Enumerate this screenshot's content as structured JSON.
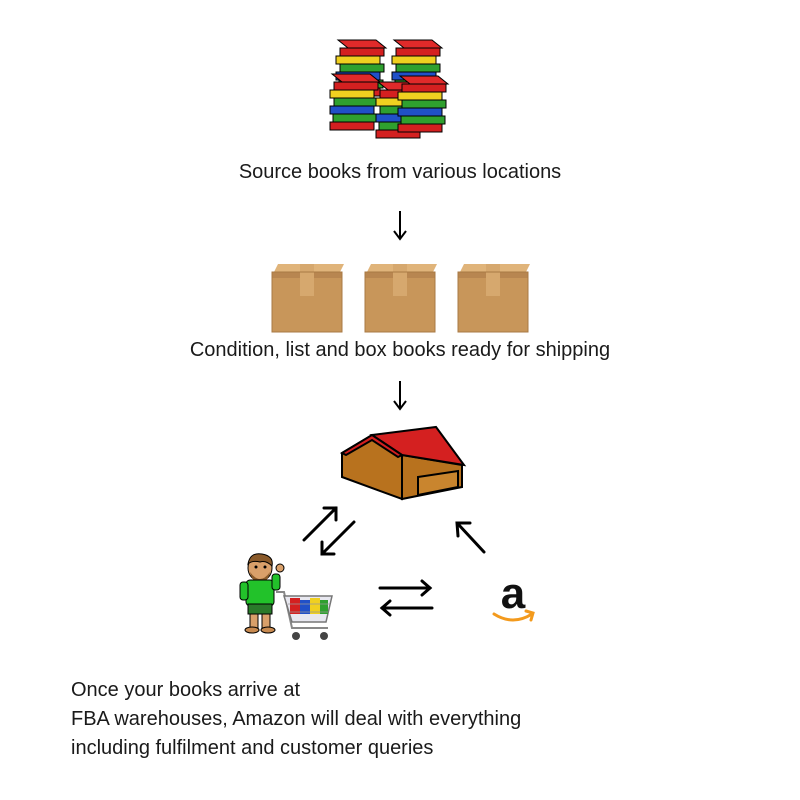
{
  "steps": [
    {
      "caption": "Source books from various locations",
      "icon": "books-stack-icon"
    },
    {
      "caption": "Condition, list and box books ready for shipping",
      "icon": "cardboard-box-icon"
    },
    {
      "caption": "",
      "icon": "warehouse-icon"
    }
  ],
  "participants": [
    {
      "icon": "customer-with-cart-icon"
    },
    {
      "icon": "amazon-logo-icon",
      "logo_text": "a"
    }
  ],
  "footer": {
    "lines": [
      "Once your books arrive at",
      "FBA warehouses, Amazon will deal with everything",
      "including fulfilment and customer queries"
    ]
  },
  "colors": {
    "book_red": "#d42020",
    "book_yellow": "#f0d020",
    "book_green": "#2fa02f",
    "book_blue": "#2050c8",
    "box_brown": "#c8965a",
    "roof_red": "#d42020",
    "wall_brown": "#b8721e",
    "amazon_orange": "#f39a1d",
    "text": "#1a1a1a"
  }
}
